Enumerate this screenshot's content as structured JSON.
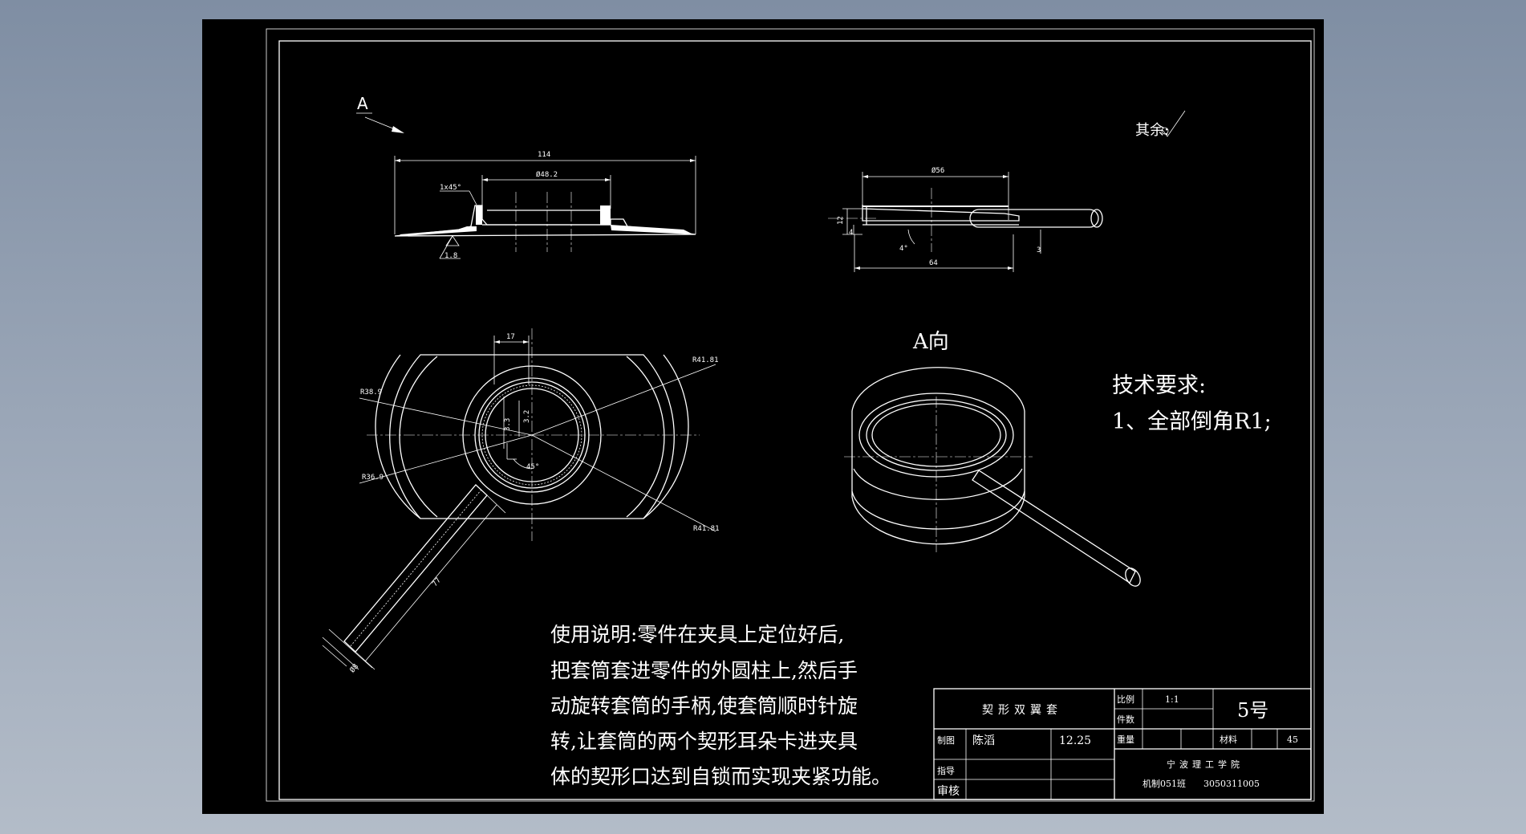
{
  "view_labels": {
    "arrow_a": "A",
    "view_a": "A向"
  },
  "roughness": {
    "label": "其余:"
  },
  "dimensions": {
    "top_left_overall": "114",
    "top_left_bore": "Ø48.2",
    "top_left_chamfer": "1x45°",
    "top_left_thickness": "1.8",
    "top_right_dia": "Ø56",
    "top_right_height": "12",
    "top_right_step": "4",
    "top_right_angle": "4°",
    "top_right_len": "64",
    "top_right_small": "3",
    "plan_width": "17",
    "plan_r_outer_top": "R41.81",
    "plan_r_outer_bottom": "R41.81",
    "plan_r_inner_a": "R38.9",
    "plan_r_inner_b": "R36.9",
    "plan_small_a": "3.3",
    "plan_small_b": "3.2",
    "plan_angle": "45°",
    "handle_len": "77",
    "handle_dia": "Ø8"
  },
  "tech_requirements": {
    "title": "技术要求:",
    "item1": "1、全部倒角R1;"
  },
  "usage_note": {
    "line1": "使用说明:零件在夹具上定位好后,",
    "line2": "把套筒套进零件的外圆柱上,然后手",
    "line3": "动旋转套筒的手柄,使套筒顺时针旋",
    "line4": "转,让套筒的两个契形耳朵卡进夹具",
    "line5": "体的契形口达到自锁而实现夹紧功能。"
  },
  "title_block": {
    "part_name": "契形双翼套",
    "scale_label": "比例",
    "scale_value": "1:1",
    "qty_label": "件数",
    "drawing_no": "5号",
    "drawn_label": "制图",
    "drawn_name": "陈滔",
    "drawn_date": "12.25",
    "weight_label": "重量",
    "material_label": "材料",
    "material_value": "45",
    "guide_label": "指导",
    "review_label": "审核",
    "school": "宁波理工学院",
    "class_id": "机制051班",
    "student_no": "3050311005"
  }
}
